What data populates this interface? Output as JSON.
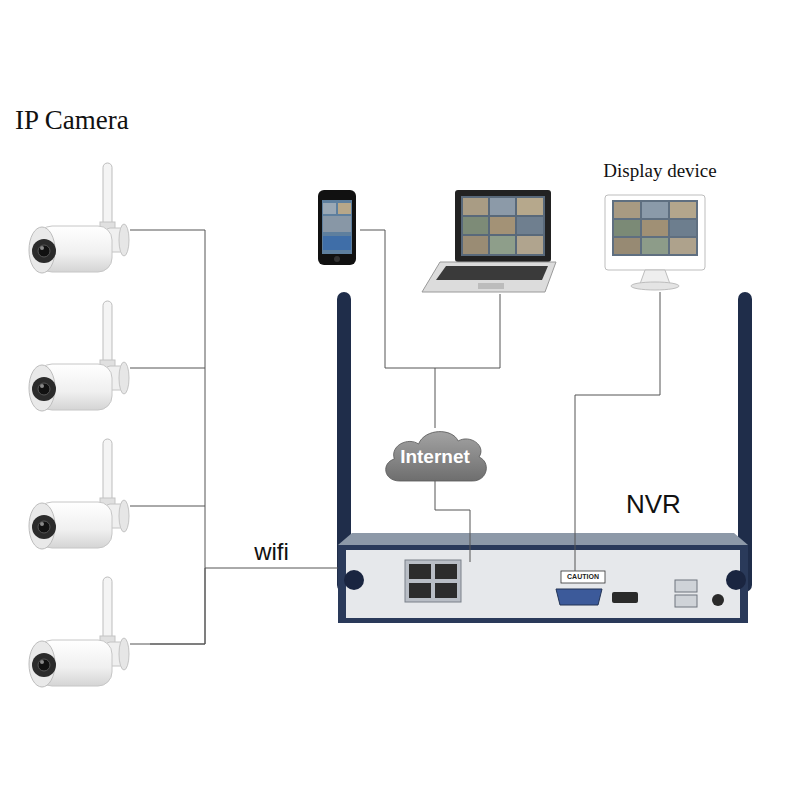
{
  "diagram": {
    "nodes": [
      {
        "text": [
          "IP Camera"
        ]
      },
      {
        "text": [
          "Internet"
        ]
      },
      {
        "text": [
          "Display device"
        ]
      },
      {
        "text": [
          "NVR"
        ]
      }
    ],
    "edges": [
      {
        "from": 0,
        "to": 3,
        "label": "wifi",
        "arrow": "none"
      },
      {
        "from": 1,
        "to": 3,
        "arrow": "none"
      },
      {
        "from": 2,
        "to": 3,
        "arrow": "none"
      }
    ],
    "labels": [
      "CAUTION"
    ]
  }
}
